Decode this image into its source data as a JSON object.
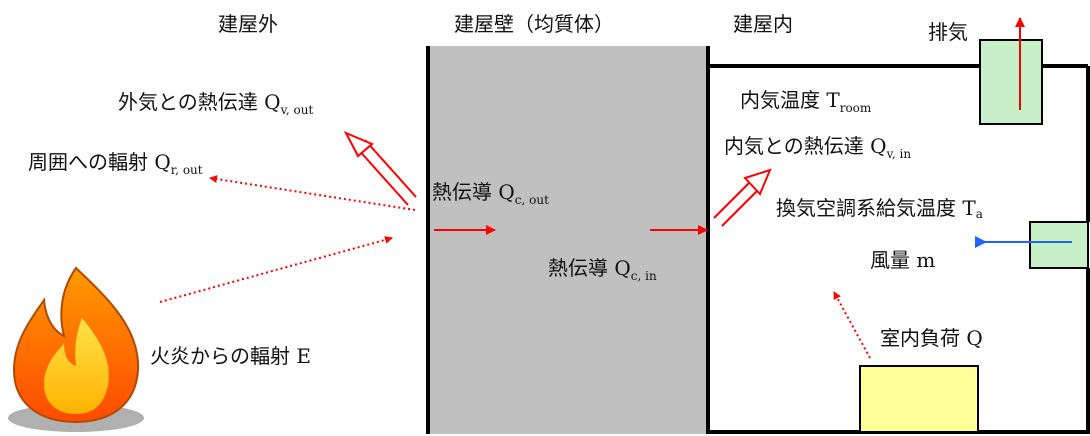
{
  "headers": {
    "outside": "建屋外",
    "wall": "建屋壁（均質体）",
    "inside": "建屋内"
  },
  "labels": {
    "exhaust": "排気",
    "outdoor_convection": "外気との熱伝達 Q",
    "outdoor_convection_sub": "v, out",
    "ambient_radiation": "周囲への輻射 Q",
    "ambient_radiation_sub": "r, out",
    "conduction_out": "熱伝導 Q",
    "conduction_out_sub": "c, out",
    "conduction_in": "熱伝導 Q",
    "conduction_in_sub": "c, in",
    "flame_radiation": "火炎からの輻射 E",
    "room_temp": "内気温度 T",
    "room_temp_sub": "room",
    "indoor_convection": "内気との熱伝達 Q",
    "indoor_convection_sub": "v, in",
    "supply_temp": "換気空調系給気温度 T",
    "supply_temp_sub": "a",
    "airflow": "風量 m",
    "internal_load": "室内負荷 Q"
  },
  "colors": {
    "wall_fill": "#c0c0c0",
    "heat_arrow": "#ff0000",
    "supply_arrow": "#1e64ff",
    "duct_fill": "#c8f0c8",
    "load_fill": "#ffff99",
    "flame_outer": "#ff6a00",
    "flame_inner": "#ffd200"
  },
  "icons": {
    "flame": "flame-icon"
  }
}
